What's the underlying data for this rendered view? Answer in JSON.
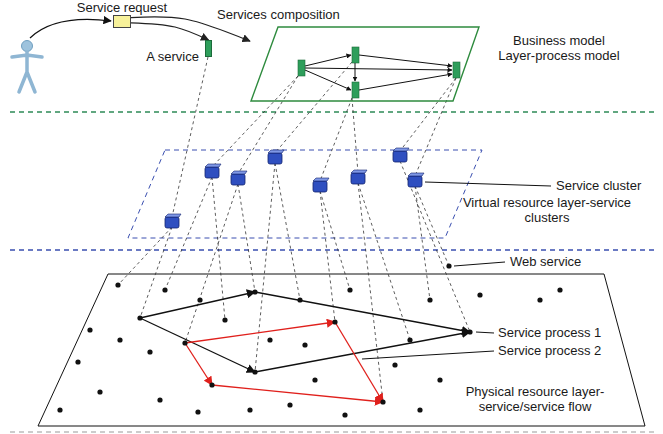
{
  "diagram": {
    "nodes": [
      {
        "text": [
          "Service request"
        ]
      },
      {
        "text": [
          "A service"
        ]
      },
      {
        "text": [
          "Services composition"
        ]
      }
    ],
    "edges": [
      {
        "from": 0,
        "to": 1,
        "arrow": "to"
      },
      {
        "from": 0,
        "to": 2,
        "arrow": "to"
      }
    ],
    "labels": [
      "Business model Layer-process model",
      "Service cluster",
      "Virtual resource layer-service clusters",
      "Web service",
      "Service process 1",
      "Service process 2",
      "Physical resource layer-service/service flow"
    ]
  }
}
